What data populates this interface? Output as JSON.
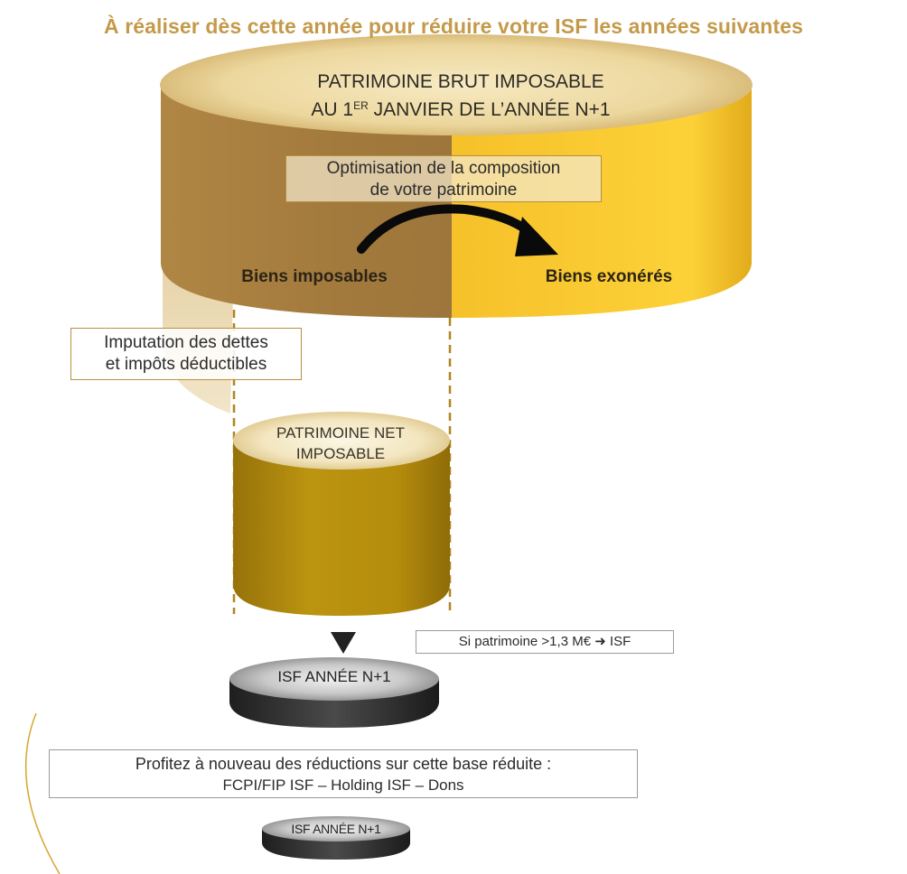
{
  "title": "À réaliser dès cette année pour réduire votre ISF les années suivantes",
  "gross_wealth": {
    "line1": "PATRIMOINE BRUT IMPOSABLE",
    "line2_prefix": "AU 1",
    "line2_sup": "ER",
    "line2_suffix": " JANVIER DE L’ANNÉE N+1"
  },
  "optimization": {
    "line1": "Optimisation de la composition",
    "line2": "de votre patrimoine"
  },
  "taxable_assets": "Biens imposables",
  "exempt_assets": "Biens exonérés",
  "deduction": {
    "line1": "Imputation des dettes",
    "line2": "et impôts déductibles"
  },
  "net_wealth": {
    "line1": "PATRIMOINE NET",
    "line2": "IMPOSABLE"
  },
  "condition": "Si patrimoine >1,3 M€ ➜ ISF",
  "isf_first": "ISF ANNÉE N+1",
  "reductions": {
    "line1": "Profitez à nouveau des réductions sur cette base réduite :",
    "line2": "FCPI/FIP ISF – Holding ISF – Dons"
  },
  "isf_second": "ISF ANNÉE N+1",
  "colors": {
    "gold": "#c49a4a",
    "taxable_brown": "#a57b3e",
    "exempt_yellow": "#f8c82c",
    "net_olive": "#b18a0e",
    "isf_dark": "#2a2a2a"
  }
}
